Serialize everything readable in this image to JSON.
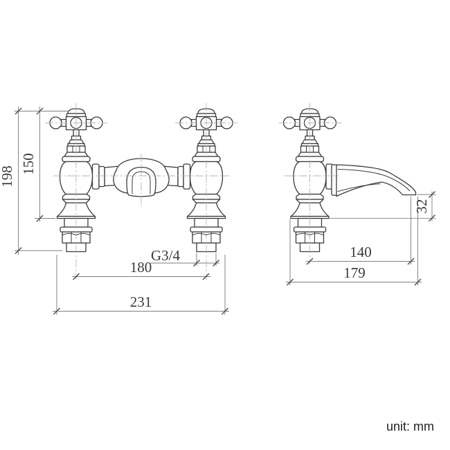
{
  "unit_label": "unit: mm",
  "dimensions_mm": {
    "front_view": {
      "overall_height": "198",
      "handle_to_base_height": "150",
      "overall_width": "231",
      "tap_centres": "180",
      "inlet_thread": "G3/4"
    },
    "side_view": {
      "spout_reach": "140",
      "overall_depth": "179",
      "spout_outlet_height": "32"
    }
  },
  "colors": {
    "background": "#ffffff",
    "outline": "#3a3a3a",
    "dimension_line": "#7e7e7e",
    "centerline": "#b6b6b6",
    "dimension_text": "#3a3a3a",
    "unit_text": "#1f1f1f"
  }
}
